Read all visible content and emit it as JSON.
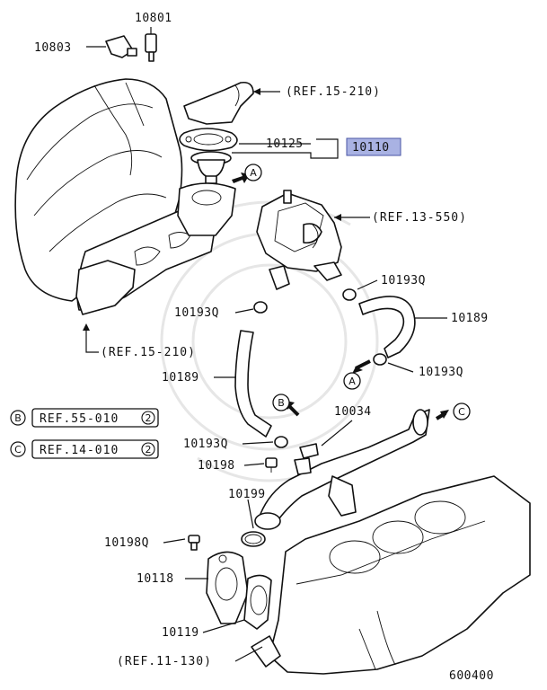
{
  "labels": {
    "p10801": "10801",
    "p10803": "10803",
    "ref15_210_top": "(REF.15-210)",
    "p10125": "10125",
    "p10110": "10110",
    "ref13_550": "(REF.13-550)",
    "p10193q_r1": "10193Q",
    "p10193q_l1": "10193Q",
    "p10189_r": "10189",
    "ref15_210_bot": "(REF.15-210)",
    "p10193q_r2": "10193Q",
    "p10189_l": "10189",
    "p10034": "10034",
    "p10193q_l2": "10193Q",
    "p10198": "10198",
    "p10199": "10199",
    "p10198q": "10198Q",
    "p10118": "10118",
    "p10119": "10119",
    "ref11_130": "(REF.11-130)",
    "diagram_no": "600400"
  },
  "markers": {
    "a": "A",
    "b": "B",
    "c": "C"
  },
  "legend": [
    {
      "marker": "B",
      "ref": "REF.55-010",
      "num": "2"
    },
    {
      "marker": "C",
      "ref": "REF.14-010",
      "num": "2"
    }
  ],
  "colors": {
    "highlight_fill": "#a9b2e3",
    "highlight_stroke": "#4a56a6",
    "line": "#111111"
  }
}
